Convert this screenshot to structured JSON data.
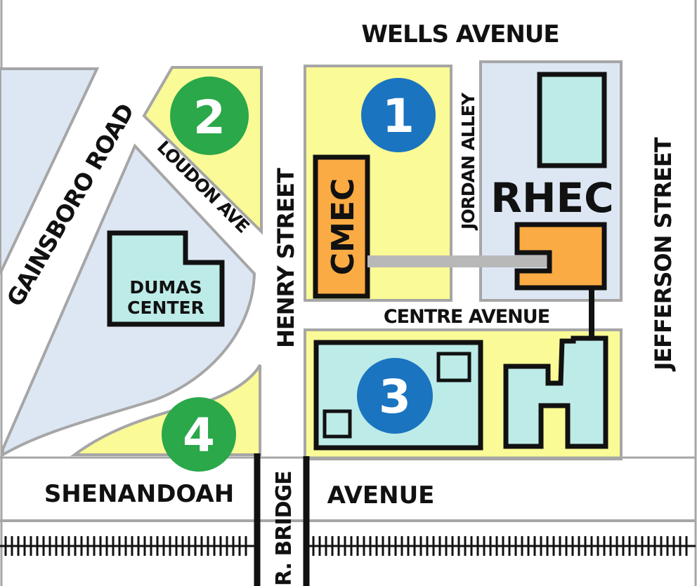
{
  "streets": {
    "wells": "WELLS AVENUE",
    "gainsboro": "GAINSBORO ROAD",
    "loudon": "LOUDON AVE",
    "henry": "HENRY STREET",
    "jordan": "JORDAN ALLEY",
    "jefferson": "JEFFERSON STREET",
    "centre": "CENTRE AVENUE",
    "shenandoah": "SHENANDOAH",
    "avenue": "AVENUE",
    "bridge": "R. BRIDGE"
  },
  "buildings": {
    "cmec": "CMEC",
    "rhec": "RHEC",
    "dumas_line1": "DUMAS",
    "dumas_line2": "CENTER"
  },
  "markers": [
    {
      "label": "1",
      "color": "#1a74c0"
    },
    {
      "label": "2",
      "color": "#2aa84a"
    },
    {
      "label": "3",
      "color": "#1a74c0"
    },
    {
      "label": "4",
      "color": "#2aa84a"
    }
  ],
  "colors": {
    "parking_yellow": "#fafa96",
    "block_blue": "#dde7f4",
    "building_cyan": "#bdebe8",
    "building_orange": "#fbab43",
    "outline_gray": "#a6a6a6",
    "line_black": "#111111",
    "connector_gray": "#b8b8b8"
  }
}
